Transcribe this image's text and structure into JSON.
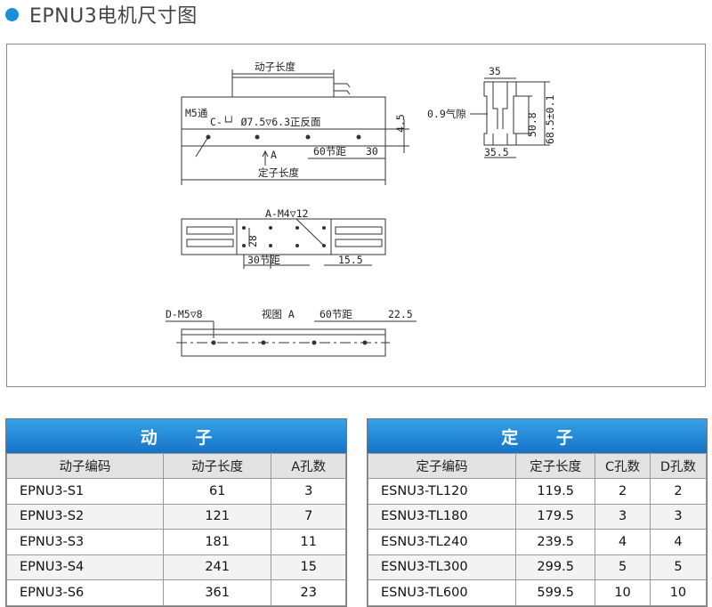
{
  "title": "EPNU3电机尺寸图",
  "drawing": {
    "labels": {
      "mover_length": "动子长度",
      "m5_through": "M5通",
      "hole_spec": "C-└┘ Ø7.5▽6.3正反面",
      "a_arrow": "A",
      "dim_4_5": "4.5",
      "pitch_60": "60节距",
      "dim_30": "30",
      "stator_length": "定子长度",
      "dim_35": "35",
      "air_gap": "0.9气隙",
      "dim_50_8": "50.8",
      "dim_68_5": "68.5±0.1",
      "dim_35_5": "35.5",
      "a_m4": "A-M4▽12",
      "dim_28": "28",
      "pitch_30": "30节距",
      "dim_15_5": "15.5",
      "d_m5": "D-M5▽8",
      "view_a": "视图 A",
      "pitch_60b": "60节距",
      "dim_22_5": "22.5"
    }
  },
  "mover_table": {
    "title": "动 子",
    "headers": [
      "动子编码",
      "动子长度",
      "A孔数"
    ],
    "rows": [
      [
        "EPNU3-S1",
        "61",
        "3"
      ],
      [
        "EPNU3-S2",
        "121",
        "7"
      ],
      [
        "EPNU3-S3",
        "181",
        "11"
      ],
      [
        "EPNU3-S4",
        "241",
        "15"
      ],
      [
        "EPNU3-S6",
        "361",
        "23"
      ]
    ]
  },
  "stator_table": {
    "title": "定 子",
    "headers": [
      "定子编码",
      "定子长度",
      "C孔数",
      "D孔数"
    ],
    "rows": [
      [
        "ESNU3-TL120",
        "119.5",
        "2",
        "2"
      ],
      [
        "ESNU3-TL180",
        "179.5",
        "3",
        "3"
      ],
      [
        "ESNU3-TL240",
        "239.5",
        "4",
        "4"
      ],
      [
        "ESNU3-TL300",
        "299.5",
        "5",
        "5"
      ],
      [
        "ESNU3-TL600",
        "599.5",
        "10",
        "10"
      ]
    ]
  }
}
